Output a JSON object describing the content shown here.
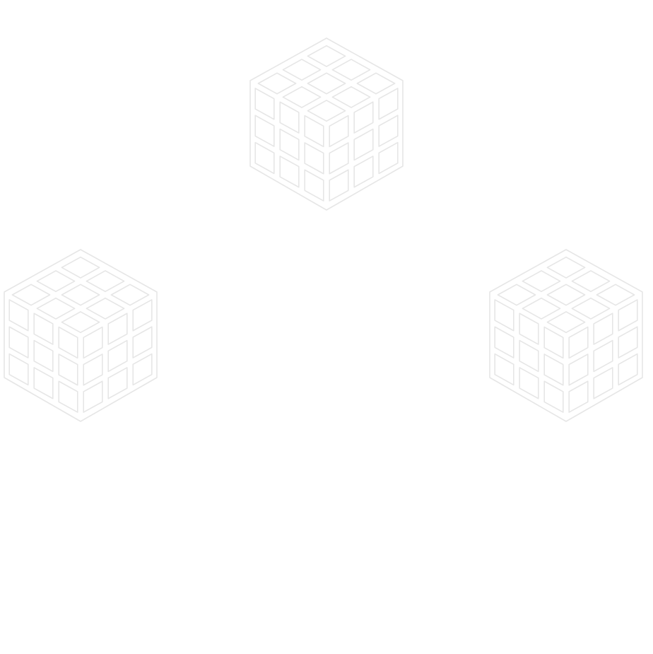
{
  "theme": {
    "background": "#ffffff",
    "line_color": "#e6e6e6"
  },
  "cubes": [
    {
      "icon": "rubiks-cube-icon",
      "position": "top-center"
    },
    {
      "icon": "rubiks-cube-icon",
      "position": "middle-left"
    },
    {
      "icon": "rubiks-cube-icon",
      "position": "middle-right"
    }
  ]
}
